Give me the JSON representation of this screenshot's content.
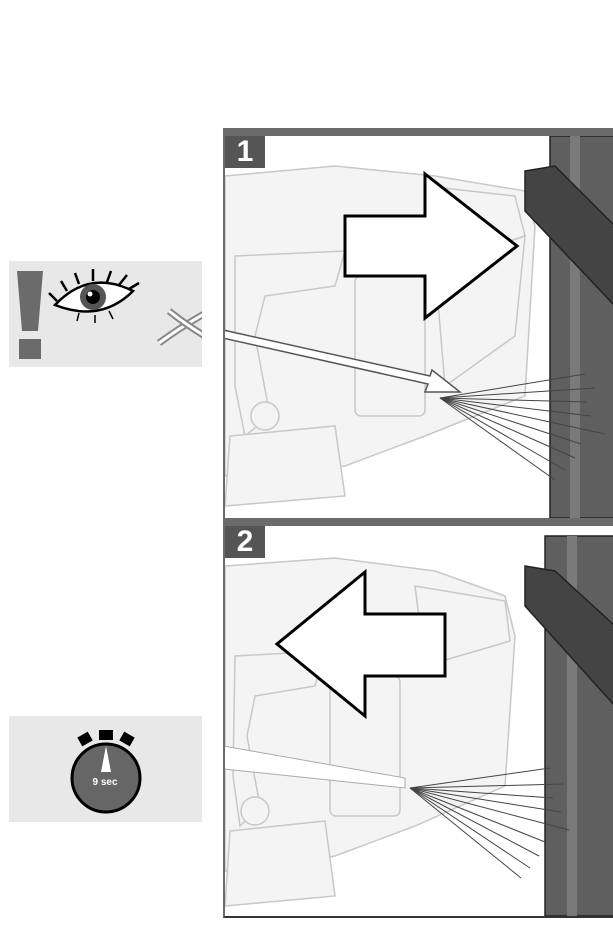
{
  "steps": [
    {
      "number": "1"
    },
    {
      "number": "2"
    }
  ],
  "timer": {
    "label": "9 sec"
  },
  "icons": {
    "warning": "exclamation-icon",
    "eye": "eye-icon",
    "no_look": "cross-icon",
    "timer": "stopwatch-icon",
    "push": "arrow-right-icon",
    "pull": "arrow-left-icon"
  },
  "colors": {
    "frame": "#6b6b6b",
    "box": "#e8e8e8",
    "beam": "#555555"
  }
}
